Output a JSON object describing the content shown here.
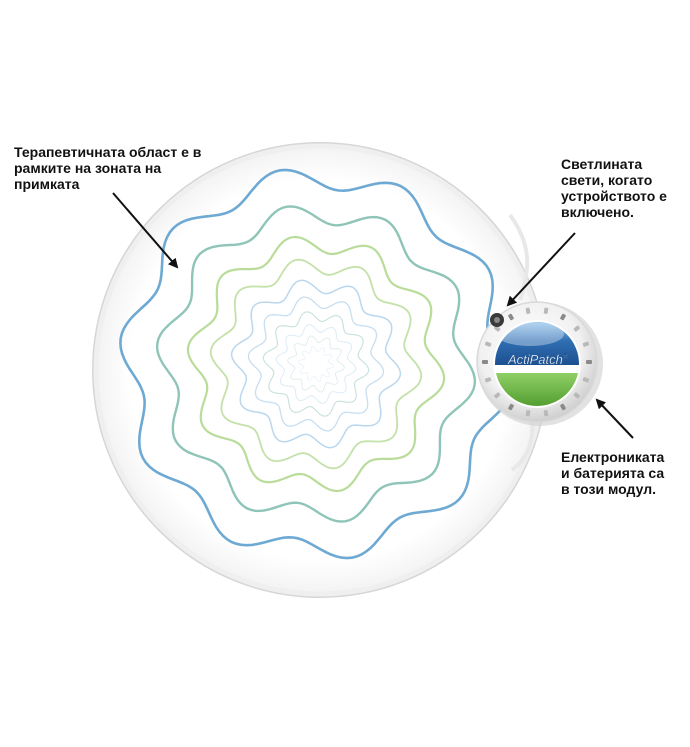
{
  "callouts": {
    "therapy_area": "Терапевтичната област е в\nрамките на зоната на\nпримката",
    "light": "Светлината\nсвети, когато\nустройството е\nвключено.",
    "module": "Електрониката\nи батерията са\nв този модул."
  },
  "device": {
    "brand": "ActiPatch",
    "brand_suffix": "®"
  },
  "colors": {
    "wave_outer": "#6ea9d3",
    "wave_teal": "#8fc4b8",
    "wave_green": "#b9dc9a",
    "wave_light_blue": "#a9cdea",
    "loop": "#e4e4e4",
    "badge_blue": "#2f6fb4",
    "badge_green": "#6cb33f",
    "text": "#111111"
  }
}
